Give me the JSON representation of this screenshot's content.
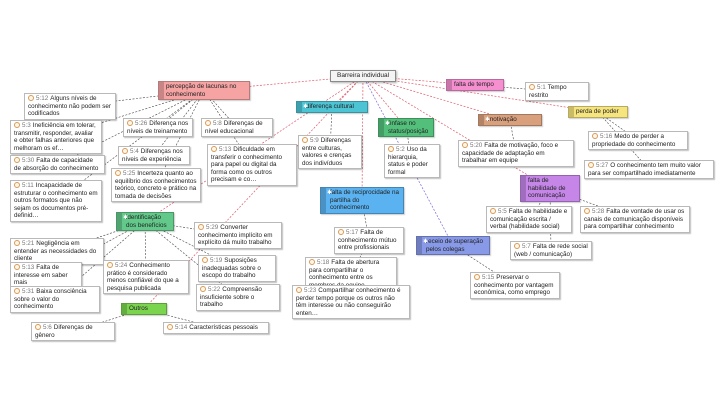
{
  "root": {
    "label": "Barreira individual"
  },
  "categories": [
    {
      "id": "c1",
      "label": "percepção de lacunas no conhecimento",
      "color": "#f5a3a3",
      "star": false
    },
    {
      "id": "c2",
      "label": "diferença cultural",
      "color": "#4dc4d4",
      "star": true
    },
    {
      "id": "c3",
      "label": "falta de tempo",
      "color": "#f58fd0",
      "star": false
    },
    {
      "id": "c4",
      "label": "ênfase no status/posição",
      "color": "#52c07a",
      "star": true
    },
    {
      "id": "c5",
      "label": "motivação",
      "color": "#d9a07e",
      "star": true
    },
    {
      "id": "c6",
      "label": "perda de poder",
      "color": "#f6e47f",
      "star": false
    },
    {
      "id": "c7",
      "label": "falta de reciprocidade na partilha do conhecimento",
      "color": "#5bb2f0",
      "star": true
    },
    {
      "id": "c8",
      "label": "falta de habilidade de comunicação",
      "color": "#c586e8",
      "star": false
    },
    {
      "id": "c9",
      "label": "receio de superação pelos colegas",
      "color": "#8899e8",
      "star": true
    },
    {
      "id": "c10",
      "label": "identificação dos benefícios",
      "color": "#63c98a",
      "star": true
    },
    {
      "id": "c11",
      "label": "Outros",
      "color": "#7bd44e",
      "star": false
    }
  ],
  "notes": [
    {
      "id": "n1",
      "ref": "5:12",
      "text": "Alguns níveis de conhecimento não podem ser codificados"
    },
    {
      "id": "n2",
      "ref": "5:3",
      "text": "Ineficiência em tolerar, transmitir, responder, avaliar e obter falhas anteriores que melhoram os ef…"
    },
    {
      "id": "n3",
      "ref": "5:26",
      "text": "Diferença nos níveis de treinamento"
    },
    {
      "id": "n4",
      "ref": "5:8",
      "text": "Diferenças de nível educacional"
    },
    {
      "id": "n5",
      "ref": "5:30",
      "text": "Falta de capacidade de absorção do conhecimento"
    },
    {
      "id": "n6",
      "ref": "5:4",
      "text": "Diferenças nos níveis de experiência"
    },
    {
      "id": "n7",
      "ref": "5:11",
      "text": "Incapacidade de estruturar o conhecimento em outros formatos que não sejam os documentos pré-definid…"
    },
    {
      "id": "n8",
      "ref": "5:25",
      "text": "Incerteza quanto ao equilíbrio dos conhecimentos teórico, concreto e prático na tomada de decisões"
    },
    {
      "id": "n9",
      "ref": "5:13",
      "text": "Dificuldade em transferir o conhecimento para papel ou digital da forma como os outros precisam e co…"
    },
    {
      "id": "n10",
      "ref": "5:9",
      "text": "Diferenças entre culturas, valores e crenças dos indivíduos"
    },
    {
      "id": "n11",
      "ref": "5:1",
      "text": "Tempo restrito"
    },
    {
      "id": "n12",
      "ref": "5:2",
      "text": "Uso da hierarquia, status e poder formal"
    },
    {
      "id": "n13",
      "ref": "5:20",
      "text": "Falta de motivação, foco e capacidade de adaptação em trabalhar em equipe"
    },
    {
      "id": "n14",
      "ref": "5:16",
      "text": "Medo de perder a propriedade do conhecimento"
    },
    {
      "id": "n15",
      "ref": "5:27",
      "text": "O conhecimento tem muito valor para ser compartilhado imediatamente"
    },
    {
      "id": "n16",
      "ref": "5:21",
      "text": "Negligência em entender as necessidades do cliente"
    },
    {
      "id": "n17",
      "ref": "5:29",
      "text": "Converter conhecimento implícito em explícito dá muito trabalho"
    },
    {
      "id": "n18",
      "ref": "5:17",
      "text": "Falta de conhecimento mútuo entre profissionais"
    },
    {
      "id": "n19",
      "ref": "5:18",
      "text": "Falta de abertura para compartilhar o conhecimento entre os membros da equipe"
    },
    {
      "id": "n20",
      "ref": "5:23",
      "text": "Compartilhar conhecimento é perder tempo porque os outros não têm interesse ou não conseguirão enten…"
    },
    {
      "id": "n21",
      "ref": "5:5",
      "text": "Falta de habilidade e comunicação escrita / verbal (habilidade social)"
    },
    {
      "id": "n22",
      "ref": "5:28",
      "text": "Falta de vontade de usar os canais de comunicação disponíveis para compartilhar conhecimento"
    },
    {
      "id": "n23",
      "ref": "5:7",
      "text": "Falta de rede social (web / comunicação)"
    },
    {
      "id": "n24",
      "ref": "5:15",
      "text": "Preservar o conhecimento por vantagem econômica, como emprego"
    },
    {
      "id": "n25",
      "ref": "5:13",
      "text": "Falta de interesse em saber mais"
    },
    {
      "id": "n26",
      "ref": "5:24",
      "text": "Conhecimento prático é considerado menos confiável do que a pesquisa publicada"
    },
    {
      "id": "n27",
      "ref": "5:19",
      "text": "Suposições inadequadas sobre o escopo do trabalho"
    },
    {
      "id": "n28",
      "ref": "5:31",
      "text": "Baixa consciência sobre o valor do conhecimento"
    },
    {
      "id": "n29",
      "ref": "5:22",
      "text": "Compreensão insuficiente sobre o trabalho"
    },
    {
      "id": "n30",
      "ref": "5:6",
      "text": "Diferenças de gênero"
    },
    {
      "id": "n31",
      "ref": "5:14",
      "text": "Características pessoais"
    }
  ]
}
